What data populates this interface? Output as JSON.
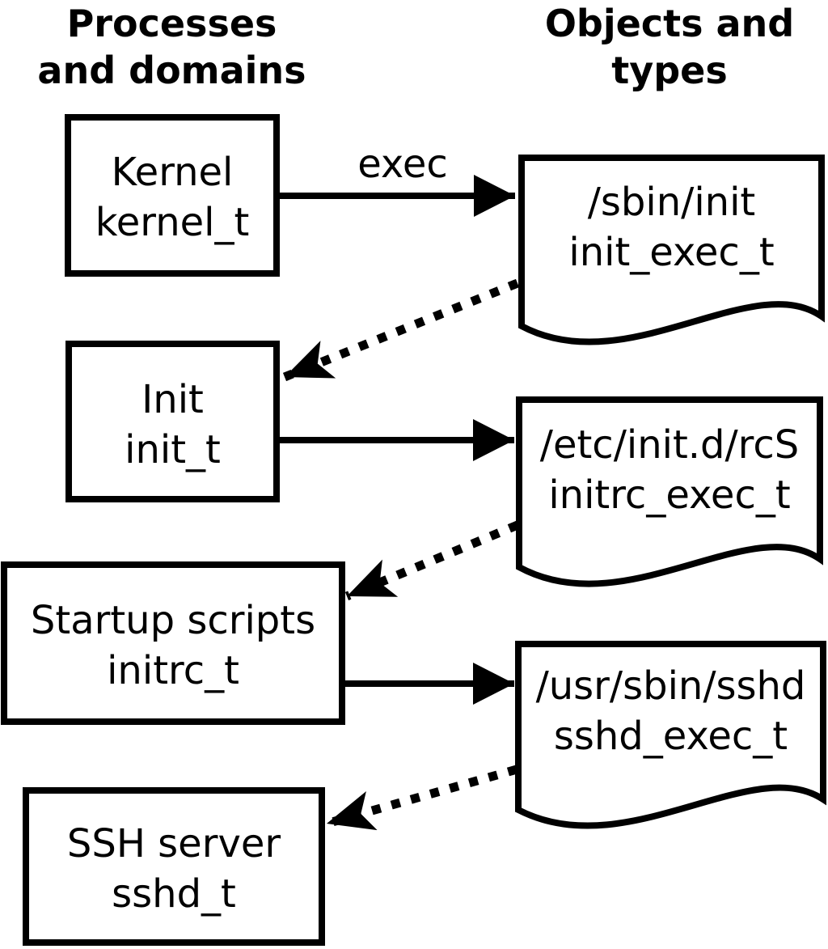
{
  "diagram": {
    "title_hint": "SELinux domain transition flow",
    "colors": {
      "stroke": "#000000",
      "background": "#ffffff"
    },
    "headers": {
      "left": {
        "line1": "Processes",
        "line2": "and domains"
      },
      "right": {
        "line1": "Objects and",
        "line2": "types"
      }
    },
    "edge_labels": {
      "exec": "exec"
    },
    "processes": [
      {
        "name": "Kernel",
        "domain": "kernel_t"
      },
      {
        "name": "Init",
        "domain": "init_t"
      },
      {
        "name": "Startup scripts",
        "domain": "initrc_t"
      },
      {
        "name": "SSH server",
        "domain": "sshd_t"
      }
    ],
    "objects": [
      {
        "path": "/sbin/init",
        "type": "init_exec_t"
      },
      {
        "path": "/etc/init.d/rcS",
        "type": "initrc_exec_t"
      },
      {
        "path": "/usr/sbin/sshd",
        "type": "sshd_exec_t"
      }
    ]
  }
}
